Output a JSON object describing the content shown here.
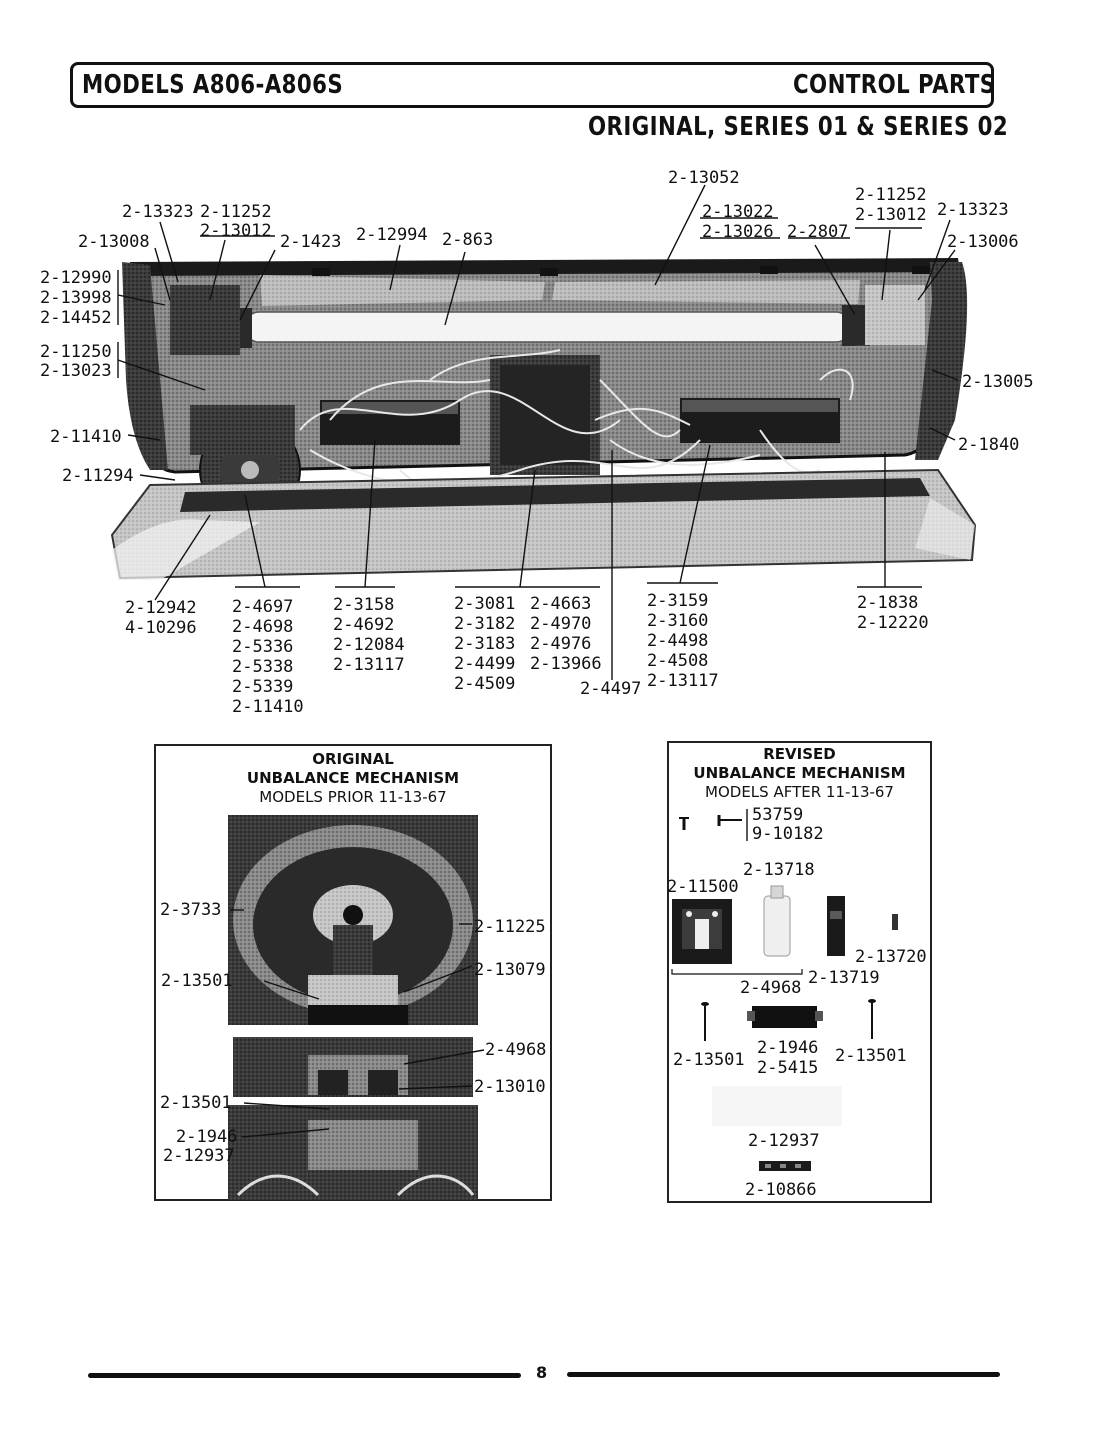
{
  "header": {
    "models": "MODELS A806-A806S",
    "section": "CONTROL PARTS",
    "series": "ORIGINAL, SERIES 01 & SERIES 02"
  },
  "main_callouts": {
    "c_13052": "2-13052",
    "c_11252_r": "2-11252",
    "c_13323_l": "2-13323",
    "c_11252_l": "2-11252",
    "c_13022": "2-13022",
    "c_13012_r": "2-13012",
    "c_13323_r": "2-13323",
    "c_13012_l": "2-13012",
    "c_13008": "2-13008",
    "c_1423": "2-1423",
    "c_12994": "2-12994",
    "c_863": "2-863",
    "c_13026": "2-13026",
    "c_2807": "2-2807",
    "c_13006": "2-13006",
    "c_12990": "2-12990",
    "c_13998": "2-13998",
    "c_14452": "2-14452",
    "c_11250": "2-11250",
    "c_13023": "2-13023",
    "c_13005": "2-13005",
    "c_11410": "2-11410",
    "c_1840": "2-1840",
    "c_11294": "2-11294"
  },
  "bottom_callouts": {
    "g1": [
      "2-12942",
      "4-10296"
    ],
    "g2": [
      "2-4697",
      "2-4698",
      "2-5336",
      "2-5338",
      "2-5339",
      "2-11410"
    ],
    "g3": [
      "2-3158",
      "2-4692",
      "2-12084",
      "2-13117"
    ],
    "g4": [
      "2-3081",
      "2-3182",
      "2-3183",
      "2-4499",
      "2-4509"
    ],
    "g5": [
      "2-4663",
      "2-4970",
      "2-4976",
      "2-13966"
    ],
    "g6": "2-4497",
    "g7": [
      "2-3159",
      "2-3160",
      "2-4498",
      "2-4508",
      "2-13117"
    ],
    "g8": [
      "2-1838",
      "2-12220"
    ]
  },
  "original_inset": {
    "title": "ORIGINAL",
    "subtitle": "UNBALANCE MECHANISM",
    "models": "MODELS PRIOR 11-13-67",
    "labels": {
      "l_3733": "2-3733",
      "l_11225": "2-11225",
      "l_13501a": "2-13501",
      "l_13079": "2-13079",
      "l_4968": "2-4968",
      "l_13010": "2-13010",
      "l_13501b": "2-13501",
      "l_1946": "2-1946",
      "l_12937": "2-12937"
    }
  },
  "revised_inset": {
    "title": "REVISED",
    "subtitle": "UNBALANCE MECHANISM",
    "models": "MODELS AFTER 11-13-67",
    "labels": {
      "l_53759": "53759",
      "l_10182": "9-10182",
      "l_13718": "2-13718",
      "l_11500": "2-11500",
      "l_13720": "2-13720",
      "l_13719": "2-13719",
      "l_4968": "2-4968",
      "l_13501a": "2-13501",
      "l_1946": "2-1946",
      "l_5415": "2-5415",
      "l_13501b": "2-13501",
      "l_12937": "2-12937",
      "l_10866": "2-10866"
    }
  },
  "footer": {
    "page_number": "8"
  }
}
